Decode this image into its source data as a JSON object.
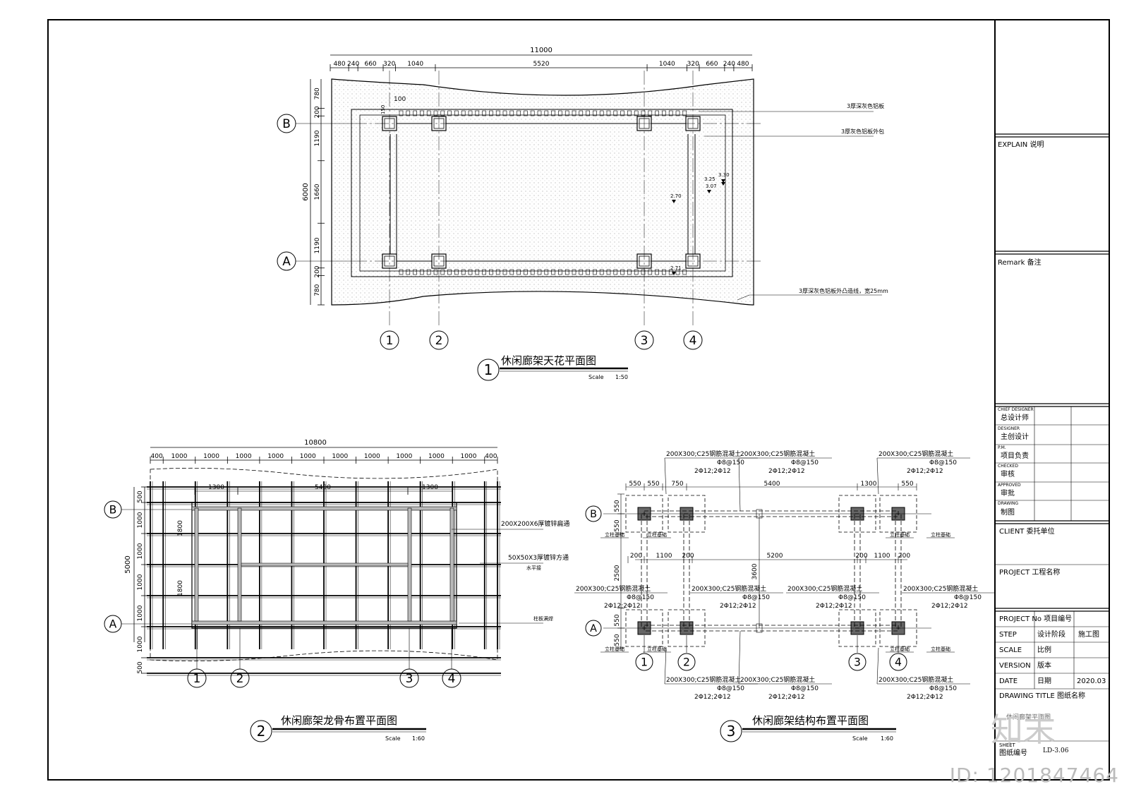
{
  "drawings": {
    "ceiling": {
      "title": "休闲廊架天花平面图",
      "number": "1",
      "scale_label": "Scale",
      "scale": "1:50",
      "overall_dim": "11000",
      "top_dims": [
        "480",
        "240",
        "660",
        "320",
        "1040",
        "5520",
        "1040",
        "320",
        "660",
        "240",
        "480"
      ],
      "left_dims": [
        "780",
        "200",
        "1190",
        "1660",
        "1190",
        "200",
        "780"
      ],
      "total_height": "6000",
      "detail_dim": "100",
      "detail_dim2": "150",
      "notes": [
        "3厚深灰色铝板",
        "3厚灰色铝板外包",
        "3厚深灰色铝板外凸造线，宽25mm"
      ],
      "levels": [
        "3.30",
        "3.25",
        "3.07",
        "2.70",
        "2.71"
      ],
      "axes_rows": [
        "B",
        "A"
      ],
      "axes_cols": [
        "1",
        "2",
        "3",
        "4"
      ]
    },
    "framing": {
      "title": "休闲廊架龙骨布置平面图",
      "number": "2",
      "scale_label": "Scale",
      "scale": "1:60",
      "overall_dim": "10800",
      "top_dims": [
        "400",
        "1000",
        "1000",
        "1000",
        "1000",
        "1000",
        "1000",
        "1000",
        "1000",
        "1000",
        "1000",
        "400"
      ],
      "sub_dims": [
        "1300",
        "5400",
        "1300"
      ],
      "left_dims": [
        "500",
        "1000",
        "1000",
        "1000",
        "1000",
        "1000",
        "500"
      ],
      "total_height": "5000",
      "inner_dims": [
        "1800",
        "1800"
      ],
      "notes": [
        "200X200X6厚镀锌扁通",
        "50X50X3厚镀锌方通",
        "水平接",
        "柱板满焊"
      ],
      "axes_rows": [
        "B",
        "A"
      ],
      "axes_cols": [
        "1",
        "2",
        "3",
        "4"
      ]
    },
    "structure": {
      "title": "休闲廊架结构布置平面图",
      "number": "3",
      "scale_label": "Scale",
      "scale": "1:60",
      "beam_spec": "200X300;C25钢筋混凝土",
      "stirrup": "Φ8@150",
      "rebar": "2Φ12;2Φ12",
      "column_label": "立柱基础",
      "top_dims": [
        "550",
        "550",
        "750",
        "5400",
        "1300",
        "550"
      ],
      "mid_dims": [
        "200",
        "1100",
        "200",
        "5200",
        "200",
        "1100",
        "200"
      ],
      "left_dims": [
        "550",
        "550",
        "2500",
        "550",
        "550"
      ],
      "vertical_dim": "3600",
      "axes_rows": [
        "B",
        "A"
      ],
      "axes_cols": [
        "1",
        "2",
        "3",
        "4"
      ]
    }
  },
  "title_block": {
    "explain": "EXPLAIN  说明",
    "remark": "Remark  备注",
    "roles": [
      {
        "en": "CHIEF DESIGNER",
        "zh": "总设计师"
      },
      {
        "en": "DESIGNER",
        "zh": "主创设计"
      },
      {
        "en": "P.M.",
        "zh": "项目负责"
      },
      {
        "en": "CHECKED",
        "zh": "审核"
      },
      {
        "en": "APPROVED",
        "zh": "审批"
      },
      {
        "en": "DRAWING",
        "zh": "制图"
      }
    ],
    "client": "CLIENT  委托单位",
    "project": "PROJECT 工程名称",
    "project_no": "PROJECT No  项目编号",
    "step_label": "STEP",
    "step_zh": "设计阶段",
    "step_value": "施工图",
    "scale_label": "SCALE",
    "scale_zh": "比例",
    "version_label": "VERSION",
    "version_zh": "版本",
    "date_label": "DATE",
    "date_zh": "日期",
    "date_value": "2020.03",
    "drawing_title_label": "DRAWING TITLE  图纸名称",
    "drawing_title_value": "休闲廊架平面图",
    "sheet_label": "SHEET",
    "sheet_zh": "图纸编号",
    "sheet_value": "LD-3.06"
  },
  "watermark": {
    "id": "ID: 1201847464",
    "logo": "知末"
  }
}
